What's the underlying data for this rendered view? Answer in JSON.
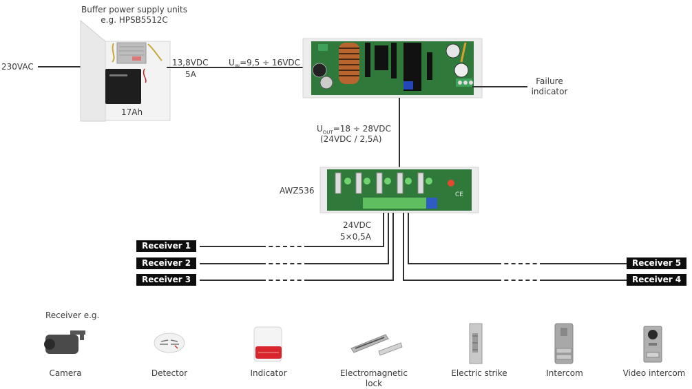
{
  "psu": {
    "title_line1": "Buffer power supply units",
    "title_line2": "e.g. HPSB5512C",
    "battery": "17Ah",
    "input": "230VAC",
    "output_voltage": "13,8VDC",
    "output_current": "5A"
  },
  "converter": {
    "uin_prefix": "U",
    "uin_sub": "IN",
    "uin_value": "=9,5 ÷ 16VDC",
    "failure_line1": "Failure",
    "failure_line2": "indicator",
    "uout_prefix": "U",
    "uout_sub": "OUT",
    "uout_value": "=18 ÷ 28VDC",
    "uout_note": "(24VDC / 2,5A)"
  },
  "distributor": {
    "name": "AWZ536",
    "output_voltage": "24VDC",
    "output_current": "5×0,5A"
  },
  "receivers": [
    {
      "label": "Receiver 1"
    },
    {
      "label": "Receiver 2"
    },
    {
      "label": "Receiver 3"
    },
    {
      "label": "Receiver 4"
    },
    {
      "label": "Receiver 5"
    }
  ],
  "examples": {
    "heading": "Receiver e.g.",
    "items": [
      {
        "label": "Camera",
        "icon": "camera-icon"
      },
      {
        "label": "Detector",
        "icon": "detector-icon"
      },
      {
        "label": "Indicator",
        "icon": "indicator-icon"
      },
      {
        "label": "Electromagnetic",
        "label2": "lock",
        "icon": "electromagnetic-lock-icon"
      },
      {
        "label": "Electric strike",
        "icon": "electric-strike-icon"
      },
      {
        "label": "Intercom",
        "icon": "intercom-icon"
      },
      {
        "label": "Video intercom",
        "icon": "video-intercom-icon"
      }
    ]
  },
  "colors": {
    "pcb_green": "#2f7a3a",
    "case_white": "#ececec",
    "label_black": "#0d0d0d",
    "wire": "#2e2e2e"
  }
}
